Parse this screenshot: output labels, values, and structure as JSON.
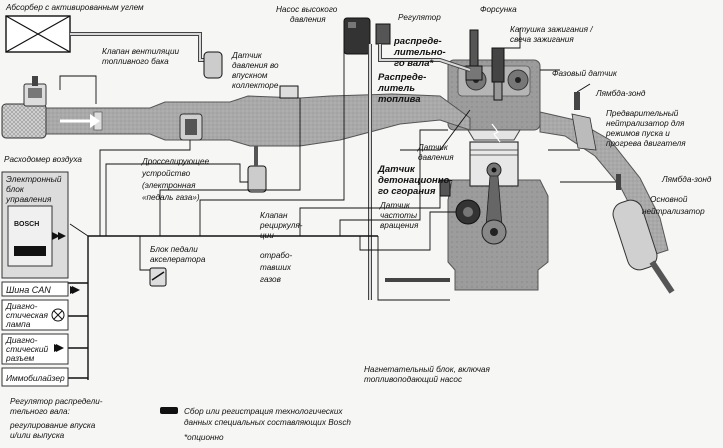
{
  "labels": {
    "absorber": "Абсорбер с активированным углем",
    "purge_valve_1": "Клапан вентиляции",
    "purge_valve_2": "топливного бака",
    "hp_pump_1": "Насос высокого",
    "hp_pump_2": "давления",
    "regulator": "Регулятор",
    "injector": "Форсунка",
    "coil_1": "Катушка зажигания /",
    "coil_2": "свеча зажигания",
    "map_sensor_1": "Датчик",
    "map_sensor_2": "давления во",
    "map_sensor_3": "впускном",
    "map_sensor_4": "коллекторе",
    "cam_reg_1": "распреде-",
    "cam_reg_2": "лительно-",
    "cam_reg_3": "го вала*",
    "fuel_rail_1": "Распреде-",
    "fuel_rail_2": "литель",
    "fuel_rail_3": "топлива",
    "phase_sensor": "Фазовый датчик",
    "lambda_1": "Лямбда-зонд",
    "precat_1": "Предварительный",
    "precat_2": "нейтрализатор для",
    "precat_3": "режимов пуска и",
    "precat_4": "прогрева двигателя",
    "airflow": "Расходомер воздуха",
    "throttle_1": "Дросселирующее",
    "throttle_2": "устройство",
    "throttle_3": "(электронная",
    "throttle_4": "«педаль газа»)",
    "pressure_sensor_1": "Датчик",
    "pressure_sensor_2": "давления",
    "knock_1": "Датчик",
    "knock_2": "детонационно-",
    "knock_3": "го сгорания",
    "lambda_2": "Лямбда-зонд",
    "main_cat_1": "Основной",
    "main_cat_2": "нейтрализатор",
    "ecu_1": "Электронный",
    "ecu_2": "блок",
    "ecu_3": "управления",
    "ecu_brand": "BOSCH",
    "egr_1": "Клапан",
    "egr_2": "рециркуля-",
    "egr_3": "ции",
    "egr_4": "отрабо-",
    "egr_5": "тавших",
    "egr_6": "газов",
    "speed_1": "Датчик",
    "speed_2": "частоты",
    "speed_3": "вращения",
    "pedal_1": "Блок педали",
    "pedal_2": "акселератора",
    "can": "Шина CAN",
    "diag_lamp_1": "Диагно-",
    "diag_lamp_2": "стическая",
    "diag_lamp_3": "лампа",
    "diag_conn_1": "Диагно-",
    "diag_conn_2": "стический",
    "diag_conn_3": "разъем",
    "immobilizer": "Иммобилайзер",
    "cam_reg_note_1": "Регулятор распредели-",
    "cam_reg_note_2": "тельного вала:",
    "cam_reg_note_3": "регулирование впуска",
    "cam_reg_note_4": "и/или выпуска",
    "pump_note_1": "Нагнетательный блок, включая",
    "pump_note_2": "топливоподающий насос",
    "legend_1": "Сбор или регистрация технологических",
    "legend_2": "данных специальных составляющих Bosch",
    "legend_3": "*опционно"
  },
  "colors": {
    "background": "#f6f6f4",
    "ink": "#111111",
    "manifold": "#a9a9a9",
    "engine": "#9a9a9a",
    "dark": "#3a3a3a"
  }
}
